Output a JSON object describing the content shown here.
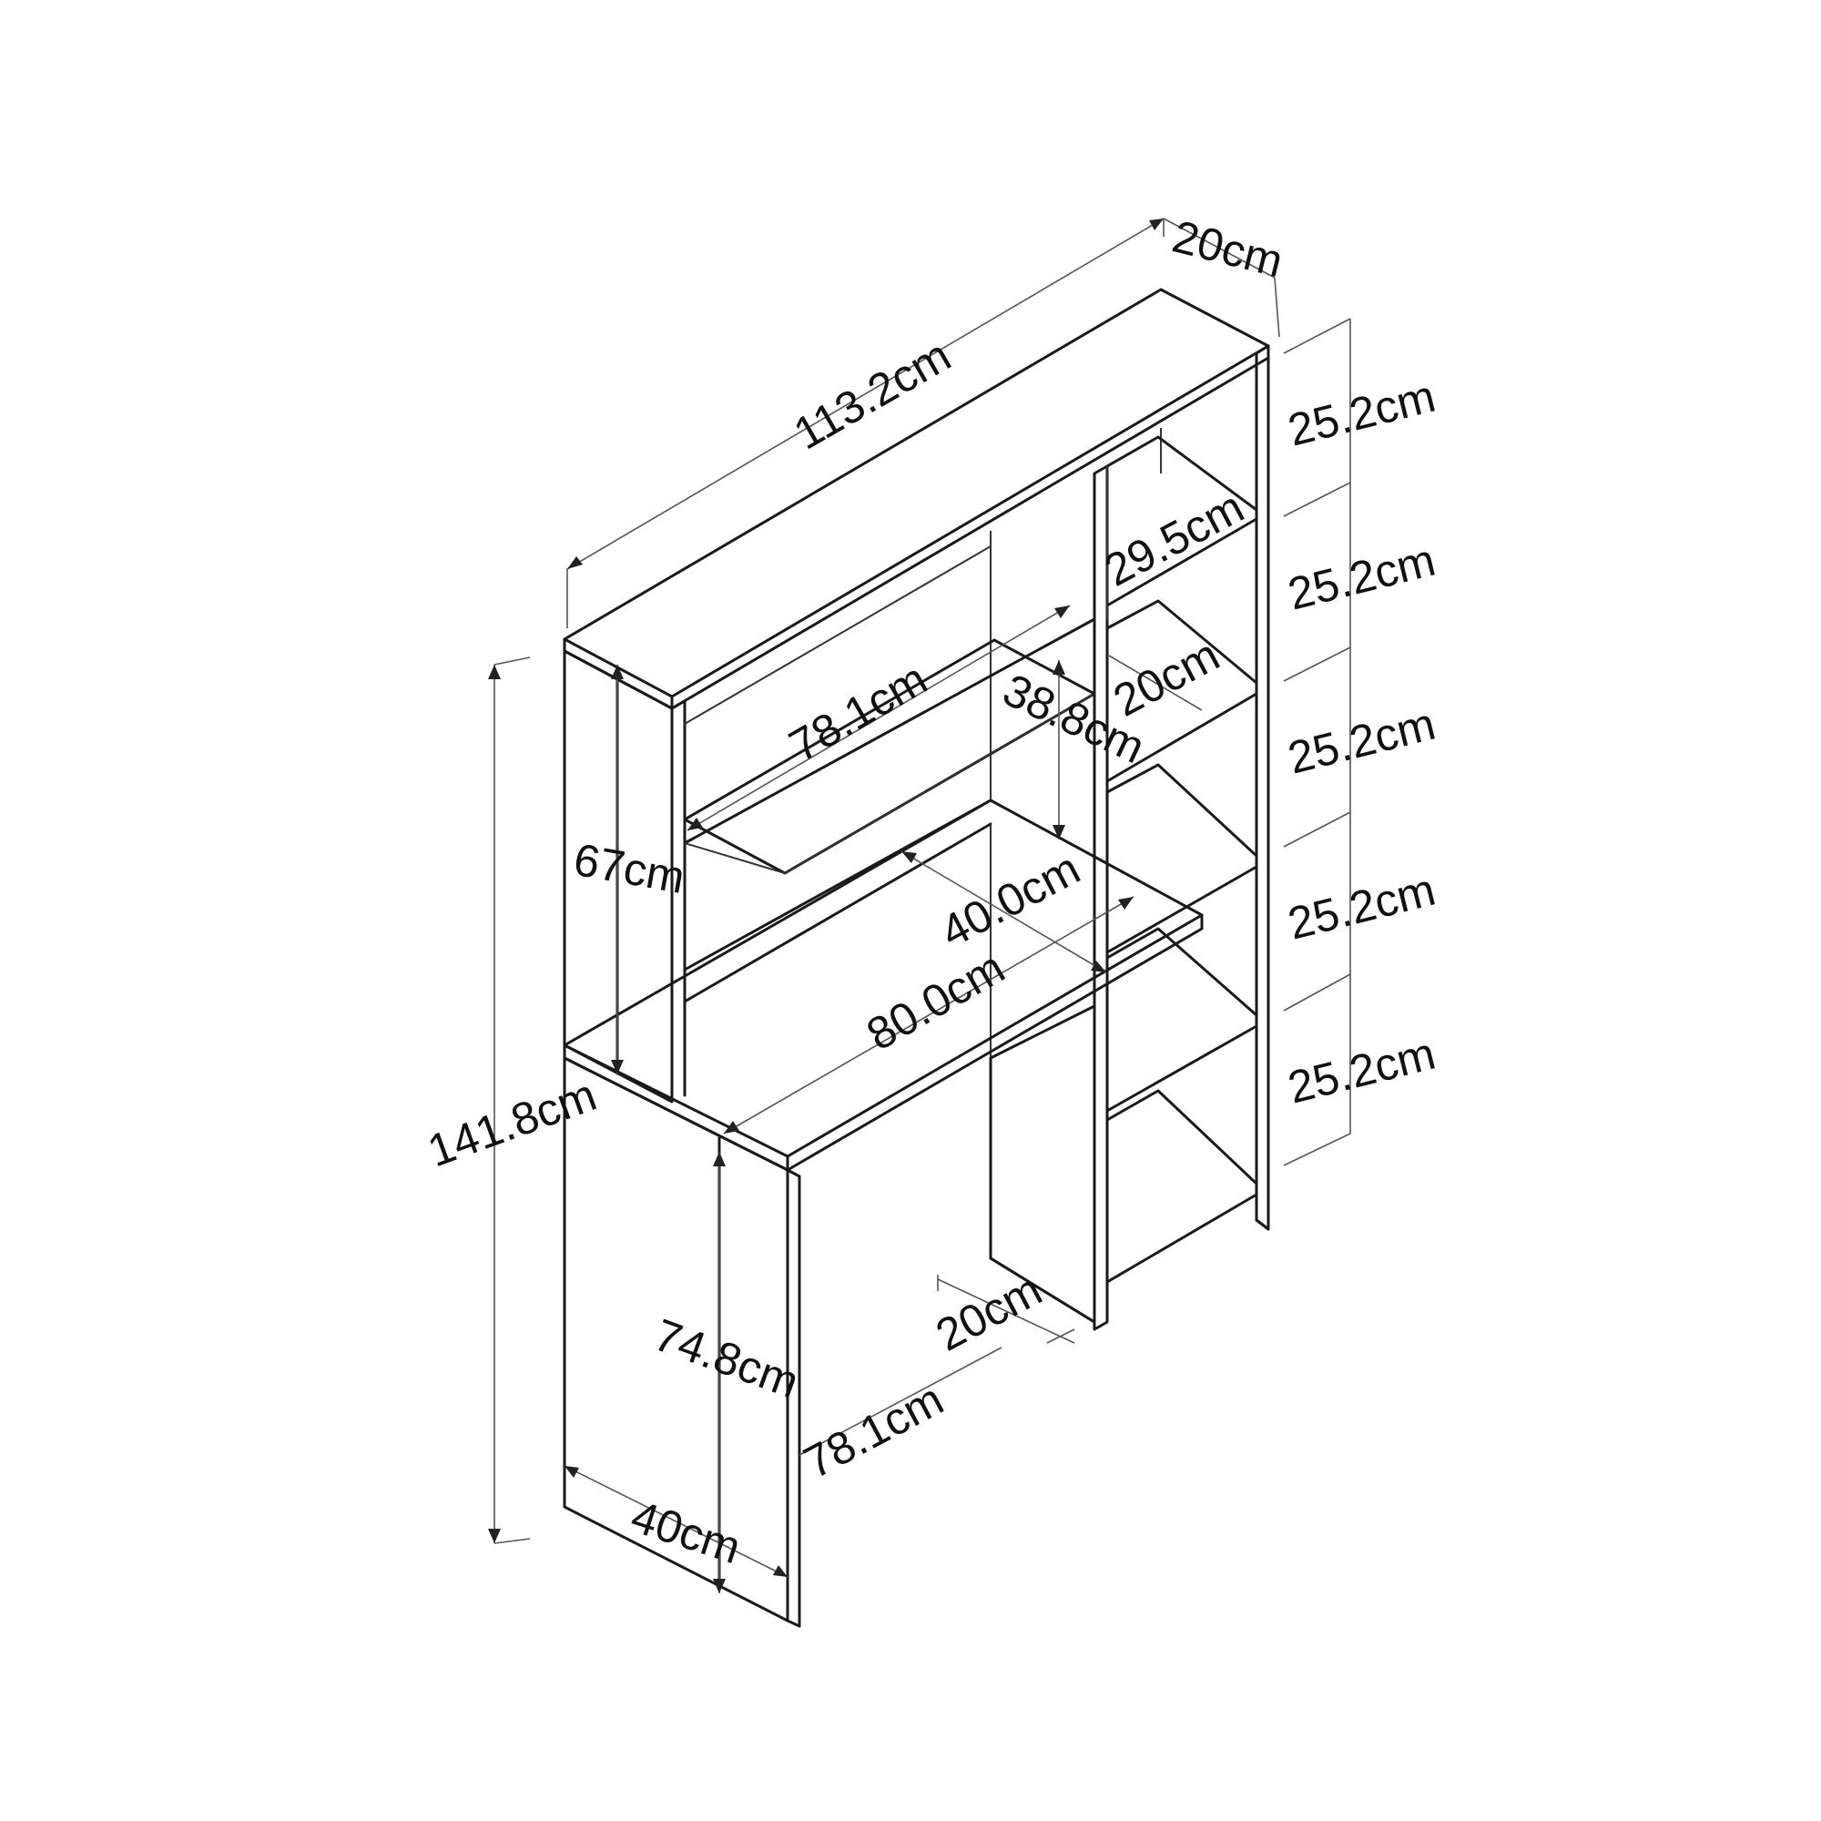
{
  "labels": {
    "depth_top": "20cm",
    "width_top": "113.2cm",
    "shelf_h1": "25.2cm",
    "shelf_h2": "25.2cm",
    "shelf_h3": "25.2cm",
    "shelf_h4": "25.2cm",
    "shelf_h5": "25.2cm",
    "shelf_width": "29.5cm",
    "shelf_depth": "20cm",
    "hutch_width": "78.1cm",
    "hutch_opening": "38.8cm",
    "hutch_height": "67cm",
    "desk_depth": "40.0cm",
    "desk_width": "80.0cm",
    "total_height": "141.8cm",
    "desk_height": "74.8cm",
    "bottom_depth": "20cm",
    "bottom_width": "78.1cm",
    "leg_depth": "40cm"
  }
}
